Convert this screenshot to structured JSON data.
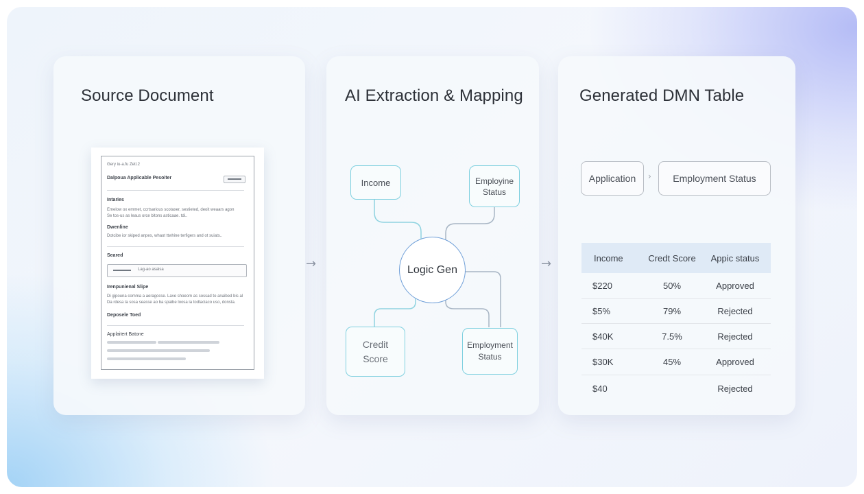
{
  "panels": {
    "source": {
      "title": "Source Document",
      "document": {
        "top_line": "Gery iu-a.fu Zetl.2",
        "title": "Dalpoua Applicable Pesoiter",
        "section1_head": "Intaries",
        "section1_text1": "Emelow ox emmet, ccrtsarious scotaxer, sestieted, deoit weaars agon",
        "section1_text2": "Se tos-us as leaus orce bitons asticaae. tdi..",
        "section2_head": "Dwenline",
        "section2_text": "Dotcibe ior skiped anpes, whaot ttwhine terfigers and ot suiats..",
        "section3_head": "Seared",
        "field_text": "Lag-ao asaisa",
        "section4_head": "Irenpunienal Slipe",
        "section4_text1": "Di gipouna comma a aeragocse. Lave shoeom as sossad to anaibed bis al",
        "section4_text2": "Da rdesa la sosa seasse ao ba spaibe loosa ia todtaciaco uso, donsta.",
        "section5_head": "Deposele Toed",
        "section6_head": "Applaitert Batone"
      }
    },
    "mapping": {
      "title": "AI Extraction & Mapping",
      "hub_label": "Logic Gen",
      "nodes": {
        "income": "Income",
        "employine_status_line1": "Employine",
        "employine_status_line2": "Status",
        "credit_score_line1": "Credit",
        "credit_score_line2": "Score",
        "employment_status_line1": "Employment",
        "employment_status_line2": "Status"
      }
    },
    "dmn": {
      "title": "Generated DMN Table",
      "inputs": [
        "Application",
        "Employment Status"
      ],
      "input_separator": "›",
      "columns": [
        "Income",
        "Credt Score",
        "Appic status"
      ],
      "rows": [
        [
          "$220",
          "50%",
          "Approved"
        ],
        [
          "$5%",
          "79%",
          "Rejected"
        ],
        [
          "$40K",
          "7.5%",
          "Rejected"
        ],
        [
          "$30K",
          "45%",
          "Approved"
        ],
        [
          "$40",
          "",
          "Rejected"
        ]
      ]
    }
  },
  "flow_arrow": "→"
}
